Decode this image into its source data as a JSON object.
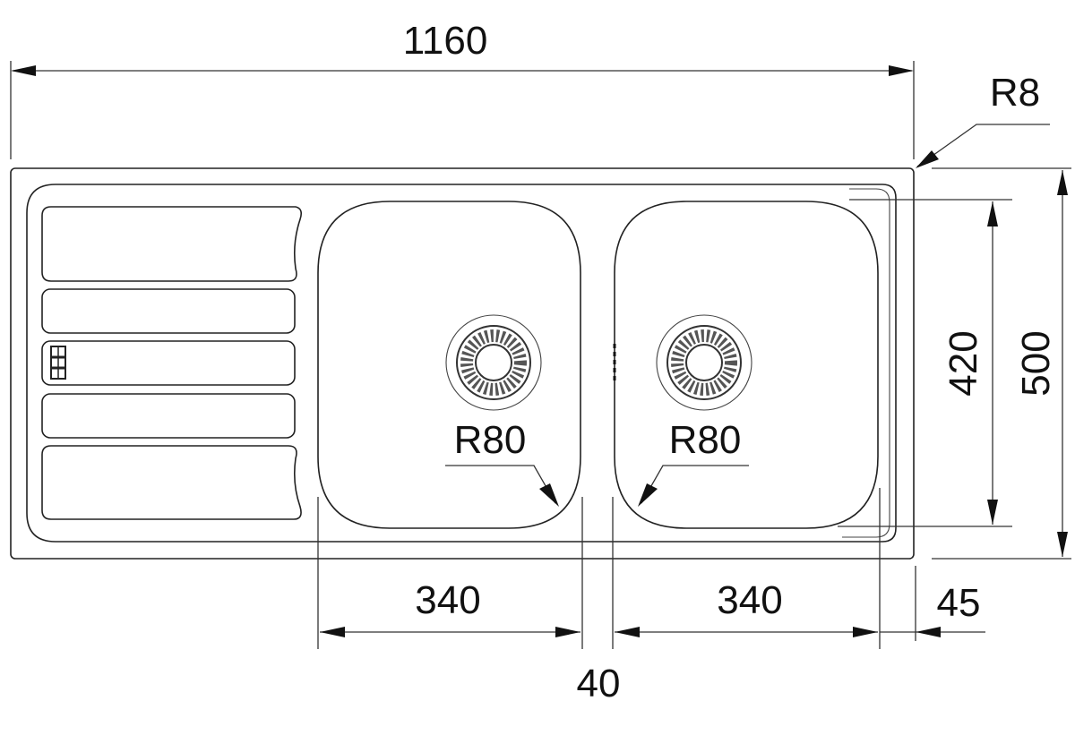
{
  "title": "Double bowl sink with drainer - dimensions",
  "dimensions": {
    "overall_width": "1160",
    "corner_radius": "R8",
    "overall_depth": "500",
    "bowl_depth": "420",
    "bowl1_radius": "R80",
    "bowl2_radius": "R80",
    "bowl1_width": "340",
    "bowl2_width": "340",
    "bowl_gap": "40",
    "edge_offset": "45"
  },
  "colors": {
    "line": "#222222",
    "background": "#ffffff"
  }
}
